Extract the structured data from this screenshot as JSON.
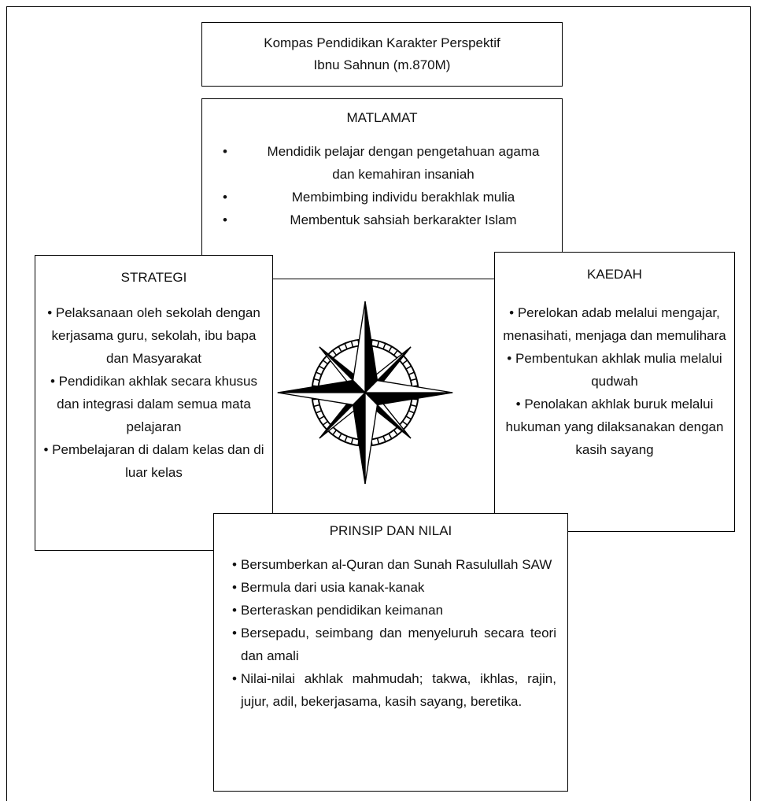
{
  "title": {
    "line1": "Kompas Pendidikan Karakter Perspektif",
    "line2": "Ibnu Sahnun (m.870M)"
  },
  "matlamat": {
    "heading": "MATLAMAT",
    "items": [
      "Mendidik pelajar dengan pengetahuan agama dan kemahiran insaniah",
      "Membimbing individu berakhlak mulia",
      "Membentuk sahsiah berkarakter Islam"
    ]
  },
  "strategi": {
    "heading": "STRATEGI",
    "items": [
      "Pelaksanaan oleh sekolah dengan kerjasama guru, sekolah, ibu bapa dan Masyarakat",
      "Pendidikan akhlak secara khusus dan integrasi dalam semua mata pelajaran",
      "Pembelajaran di dalam kelas dan di luar kelas"
    ]
  },
  "kaedah": {
    "heading": "KAEDAH",
    "items": [
      "Perelokan adab melalui mengajar, menasihati, menjaga dan memulihara",
      "Pembentukan akhlak mulia  melalui qudwah",
      "Penolakan akhlak buruk melalui hukuman yang dilaksanakan dengan kasih sayang"
    ]
  },
  "prinsip": {
    "heading": "PRINSIP DAN NILAI",
    "items": [
      "Bersumberkan al-Quran dan Sunah Rasulullah SAW",
      "Bermula dari usia kanak-kanak",
      "Berteraskan pendidikan keimanan",
      "Bersepadu, seimbang dan menyeluruh secara teori dan amali",
      "Nilai-nilai akhlak mahmudah; takwa, ikhlas, rajin, jujur, adil, bekerjasama, kasih sayang, beretika."
    ]
  },
  "bullet": "•",
  "icon": "compass-rose-icon"
}
